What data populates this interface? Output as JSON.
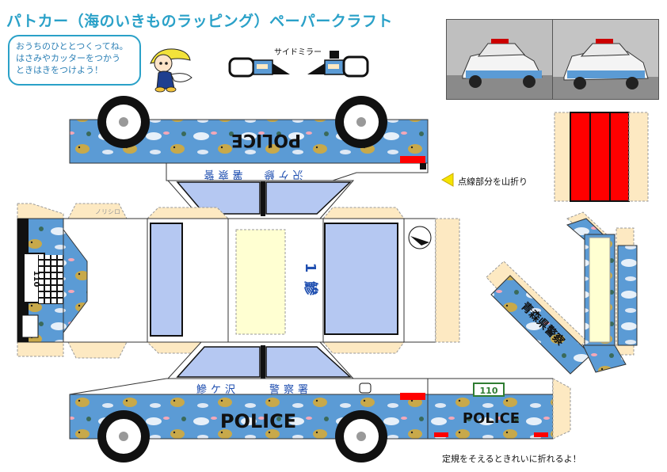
{
  "title": "パトカー（海のいきものラッピング）ペーパークラフト",
  "instruction_bubble": {
    "lines": [
      "おうちのひととつくってね。",
      "はさみやカッターをつかう",
      "ときはきをつけよう！"
    ]
  },
  "side_mirror_label": "サイドミラー",
  "fold_note": "点線部分を山折り",
  "ruler_note": "定規をそえるときれいに折れるよ！",
  "car_text": {
    "police": "POLICE",
    "station_chars": [
      "鰺",
      "ケ",
      "沢"
    ],
    "office_chars": [
      "警",
      "察",
      "署"
    ],
    "number_plate": "110",
    "roof_chars": [
      "鰺",
      "1"
    ],
    "prefecture_police": "青森県警察",
    "flap_label": "ノリシロ"
  },
  "colors": {
    "accent": "#2aa1c8",
    "sea_blue": "#5b9bd5",
    "glue_tab": "#fde9c2",
    "window": "#b5c8f2",
    "red": "#ff0000",
    "plate_green": "#2f7d32",
    "pointer_yellow": "#f5e400"
  },
  "icons": [
    "mascot-figure",
    "side-mirror-left",
    "side-mirror-right",
    "car-photo-front",
    "car-photo-rear",
    "fold-arrow-icon",
    "wheel-icon",
    "fish-pattern",
    "flounder-fish",
    "crab-icon"
  ]
}
